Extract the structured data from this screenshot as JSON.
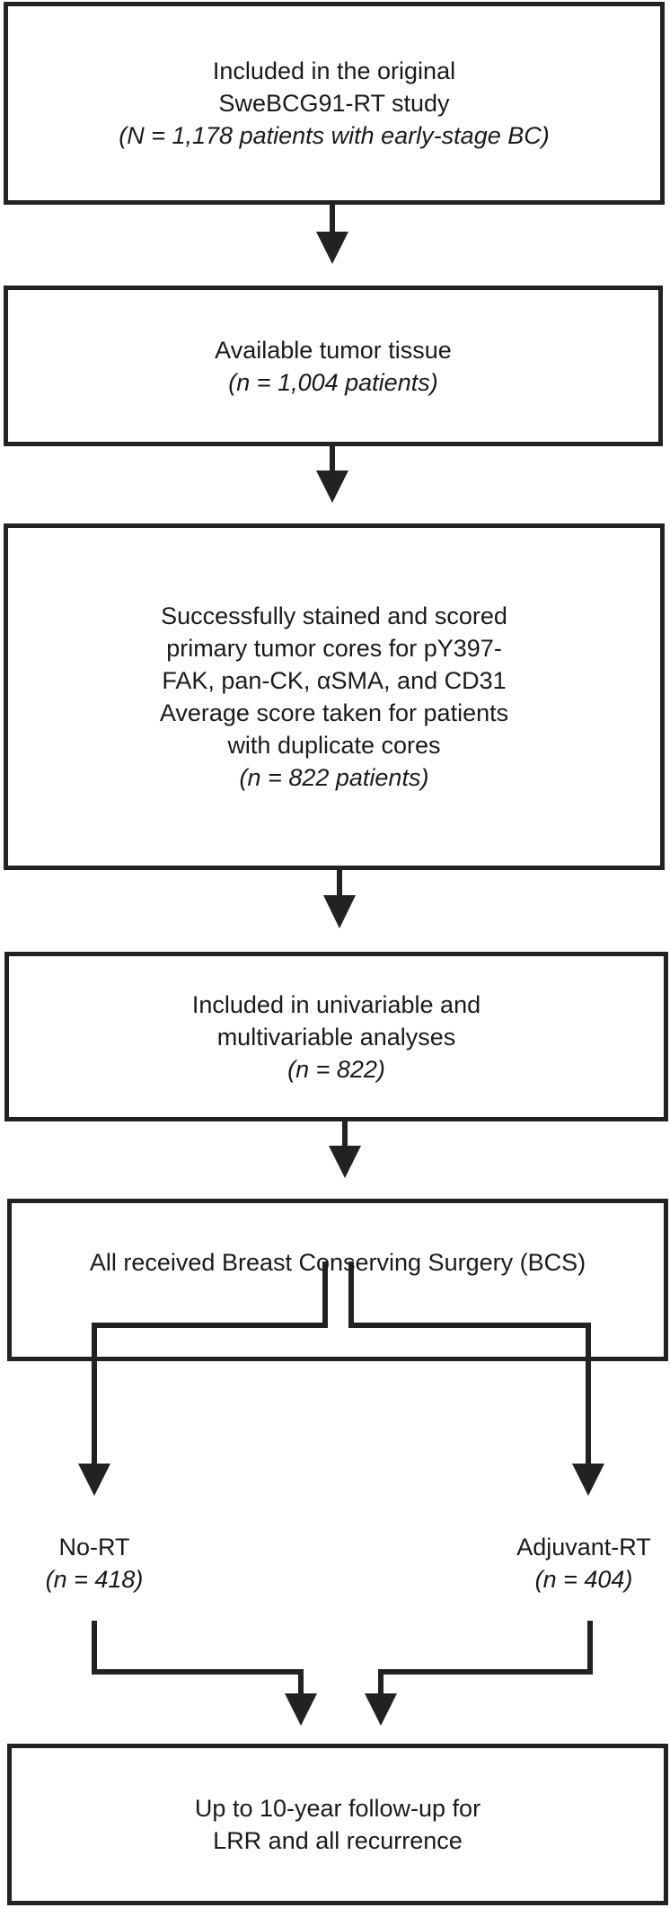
{
  "boxes": {
    "original": {
      "lines": [
        "Included in the original",
        "SweBCG91-RT study"
      ],
      "count": "(N = 1,178 patients with early-stage BC)"
    },
    "tissue": {
      "lines": [
        "Available tumor tissue"
      ],
      "count": "(n = 1,004 patients)"
    },
    "stained": {
      "lines": [
        "Successfully stained and scored",
        "primary tumor cores for pY397-",
        "FAK, pan-CK, αSMA, and CD31",
        "Average score taken for patients",
        "with duplicate cores"
      ],
      "count": "(n = 822 patients)"
    },
    "analyses": {
      "lines": [
        "Included in univariable and",
        "multivariable analyses"
      ],
      "count": "(n = 822)"
    },
    "bcs": {
      "lines": [
        "All received Breast Conserving Surgery (BCS)"
      ]
    },
    "followup": {
      "lines": [
        "Up to 10-year follow-up for",
        "LRR and all recurrence"
      ]
    }
  },
  "arms": {
    "no_rt": {
      "label": "No-RT",
      "count": "(n = 418)"
    },
    "adjuvant_rt": {
      "label": "Adjuvant-RT",
      "count": "(n = 404)"
    }
  }
}
